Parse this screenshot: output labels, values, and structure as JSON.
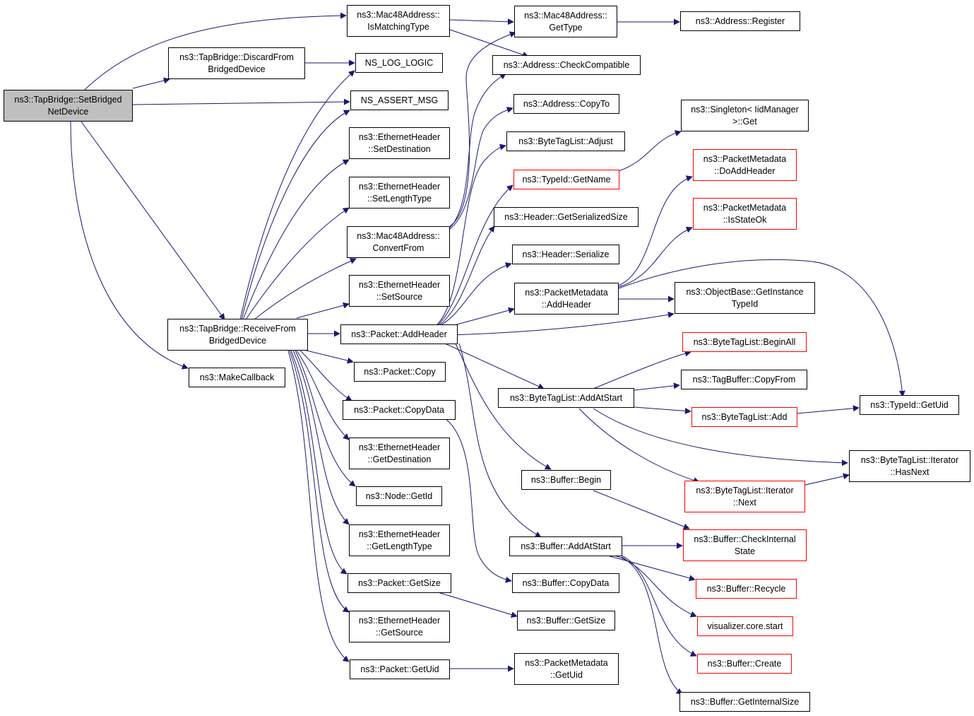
{
  "colors": {
    "edge": "#191970",
    "node_border": "#000000",
    "node_border_incomplete": "#ff0000",
    "root_fill": "#bfbfbf"
  },
  "nodes": [
    {
      "id": "setbridged",
      "label": "ns3::TapBridge::SetBridged\nNetDevice",
      "style": "root"
    },
    {
      "id": "ismatching",
      "label": "ns3::Mac48Address::\nIsMatchingType"
    },
    {
      "id": "discard",
      "label": "ns3::TapBridge::DiscardFrom\nBridgedDevice"
    },
    {
      "id": "nslog",
      "label": "NS_LOG_LOGIC"
    },
    {
      "id": "nsassert",
      "label": "NS_ASSERT_MSG"
    },
    {
      "id": "eh_setdest",
      "label": "ns3::EthernetHeader\n::SetDestination"
    },
    {
      "id": "eh_setlen",
      "label": "ns3::EthernetHeader\n::SetLengthType"
    },
    {
      "id": "convertfrom",
      "label": "ns3::Mac48Address::\nConvertFrom"
    },
    {
      "id": "eh_setsrc",
      "label": "ns3::EthernetHeader\n::SetSource"
    },
    {
      "id": "receive",
      "label": "ns3::TapBridge::ReceiveFrom\nBridgedDevice"
    },
    {
      "id": "makecb",
      "label": "ns3::MakeCallback"
    },
    {
      "id": "p_addheader",
      "label": "ns3::Packet::AddHeader"
    },
    {
      "id": "p_copy",
      "label": "ns3::Packet::Copy"
    },
    {
      "id": "p_copydata",
      "label": "ns3::Packet::CopyData"
    },
    {
      "id": "eh_getdest",
      "label": "ns3::EthernetHeader\n::GetDestination"
    },
    {
      "id": "node_getid",
      "label": "ns3::Node::GetId"
    },
    {
      "id": "eh_getlen",
      "label": "ns3::EthernetHeader\n::GetLengthType"
    },
    {
      "id": "p_getsize",
      "label": "ns3::Packet::GetSize"
    },
    {
      "id": "eh_getsrc",
      "label": "ns3::EthernetHeader\n::GetSource"
    },
    {
      "id": "p_getuid",
      "label": "ns3::Packet::GetUid"
    },
    {
      "id": "mac_gettype",
      "label": "ns3::Mac48Address::\nGetType"
    },
    {
      "id": "addr_check",
      "label": "ns3::Address::CheckCompatible"
    },
    {
      "id": "addr_copyto",
      "label": "ns3::Address::CopyTo"
    },
    {
      "id": "btl_adjust",
      "label": "ns3::ByteTagList::Adjust"
    },
    {
      "id": "typeid_getname",
      "label": "ns3::TypeId::GetName",
      "style": "red"
    },
    {
      "id": "hdr_sersize",
      "label": "ns3::Header::GetSerializedSize"
    },
    {
      "id": "hdr_serialize",
      "label": "ns3::Header::Serialize"
    },
    {
      "id": "pm_addheader",
      "label": "ns3::PacketMetadata\n::AddHeader"
    },
    {
      "id": "btl_addatstart",
      "label": "ns3::ByteTagList::AddAtStart"
    },
    {
      "id": "buf_begin",
      "label": "ns3::Buffer::Begin"
    },
    {
      "id": "buf_addatstart",
      "label": "ns3::Buffer::AddAtStart"
    },
    {
      "id": "buf_copydata",
      "label": "ns3::Buffer::CopyData"
    },
    {
      "id": "buf_getsize",
      "label": "ns3::Buffer::GetSize"
    },
    {
      "id": "pm_getuid",
      "label": "ns3::PacketMetadata\n::GetUid"
    },
    {
      "id": "addr_register",
      "label": "ns3::Address::Register"
    },
    {
      "id": "singleton",
      "label": "ns3::Singleton< IidManager\n>::Get"
    },
    {
      "id": "pm_doaddheader",
      "label": "ns3::PacketMetadata\n::DoAddHeader",
      "style": "red"
    },
    {
      "id": "pm_isstateok",
      "label": "ns3::PacketMetadata\n::IsStateOk",
      "style": "red"
    },
    {
      "id": "ob_getinstance",
      "label": "ns3::ObjectBase::GetInstance\nTypeId"
    },
    {
      "id": "btl_beginall",
      "label": "ns3::ByteTagList::BeginAll",
      "style": "red"
    },
    {
      "id": "tagbuf_copyfrom",
      "label": "ns3::TagBuffer::CopyFrom"
    },
    {
      "id": "btl_add",
      "label": "ns3::ByteTagList::Add",
      "style": "red"
    },
    {
      "id": "btl_iter_next",
      "label": "ns3::ByteTagList::Iterator\n::Next",
      "style": "red"
    },
    {
      "id": "buf_checkinternal",
      "label": "ns3::Buffer::CheckInternal\nState",
      "style": "red"
    },
    {
      "id": "buf_recycle",
      "label": "ns3::Buffer::Recycle",
      "style": "red"
    },
    {
      "id": "vis_start",
      "label": "visualizer.core.start",
      "style": "red"
    },
    {
      "id": "buf_create",
      "label": "ns3::Buffer::Create",
      "style": "red"
    },
    {
      "id": "buf_getinternal",
      "label": "ns3::Buffer::GetInternalSize"
    },
    {
      "id": "typeid_getuid",
      "label": "ns3::TypeId::GetUid"
    },
    {
      "id": "btl_iter_hasnext",
      "label": "ns3::ByteTagList::Iterator\n::HasNext"
    }
  ]
}
